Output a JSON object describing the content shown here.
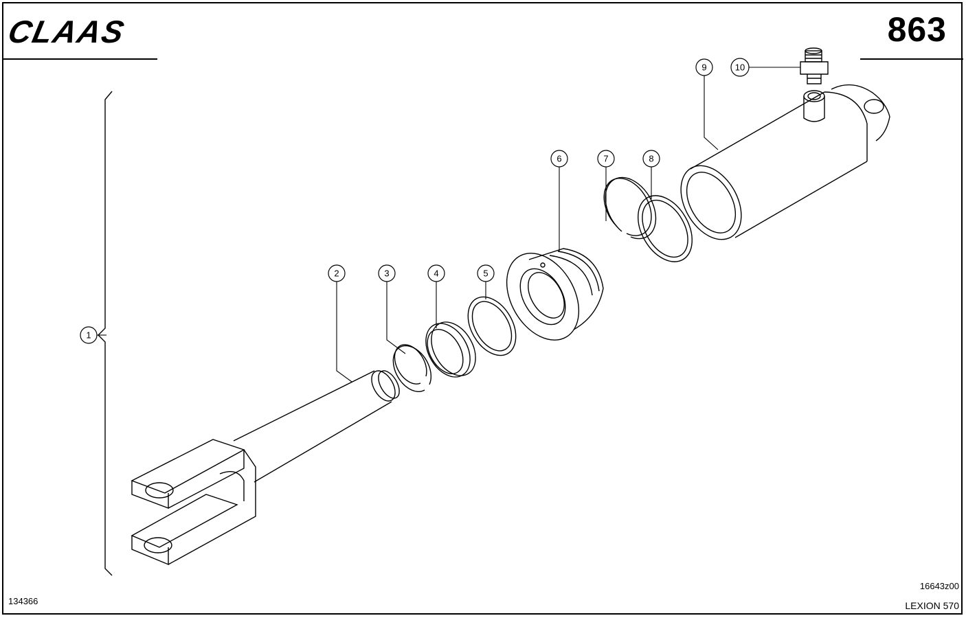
{
  "header": {
    "brand": "CLAAS",
    "page_number": "863"
  },
  "callouts": [
    "1",
    "2",
    "3",
    "4",
    "5",
    "6",
    "7",
    "8",
    "9",
    "10"
  ],
  "footer": {
    "drawing_id": "134366",
    "image_ref": "16643z00",
    "model": "LEXION 570"
  }
}
